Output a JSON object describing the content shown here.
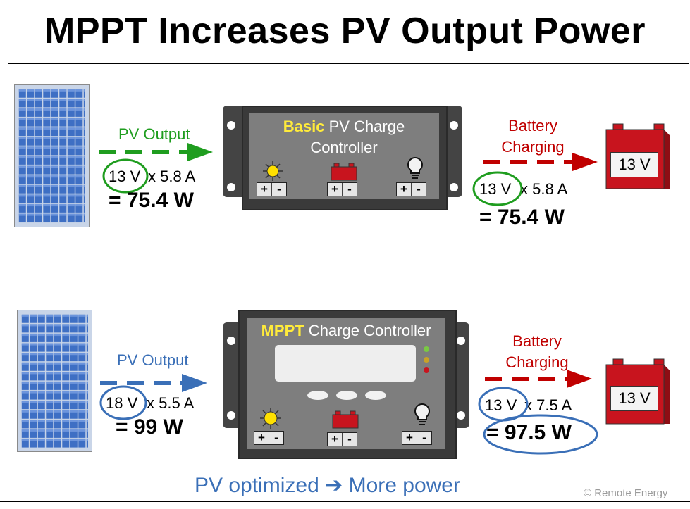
{
  "title": "MPPT Increases PV Output Power",
  "top": {
    "pv_label": "PV Output",
    "pv_voltage": "13 V",
    "pv_current": "x 5.8 A",
    "pv_power": "= 75.4 W",
    "controller_highlight": "Basic",
    "controller_line1_rest": " PV Charge",
    "controller_line2": "Controller",
    "battery_label_1": "Battery",
    "battery_label_2": "Charging",
    "batt_voltage": "13 V",
    "batt_current": "x 5.8 A",
    "batt_power": "= 75.4 W",
    "battery_box": "13 V"
  },
  "bottom": {
    "pv_label": "PV Output",
    "pv_voltage": "18 V",
    "pv_current": "x 5.5 A",
    "pv_power": "= 99 W",
    "controller_highlight": "MPPT",
    "controller_rest": " Charge Controller",
    "battery_label_1": "Battery",
    "battery_label_2": "Charging",
    "batt_voltage": "13 V",
    "batt_current": "x 7.5 A",
    "batt_power": "= 97.5 W",
    "battery_box": "13 V"
  },
  "terminals": {
    "plus": "+",
    "minus": "-"
  },
  "footer": {
    "left": "PV optimized",
    "arrow": "➔",
    "right": "More power",
    "copyright": "© Remote Energy"
  },
  "icons": [
    "solar-panel-icon",
    "sun-icon",
    "battery-icon",
    "light-bulb-icon",
    "arrow-right-icon"
  ],
  "colors": {
    "green": "#1f9d1f",
    "red": "#c00000",
    "blue": "#3a6fb7",
    "panel_blue": "#3f6fc4",
    "controller": "#3f3f3f",
    "battery": "#c8141e",
    "highlight": "#ffeb3b"
  }
}
